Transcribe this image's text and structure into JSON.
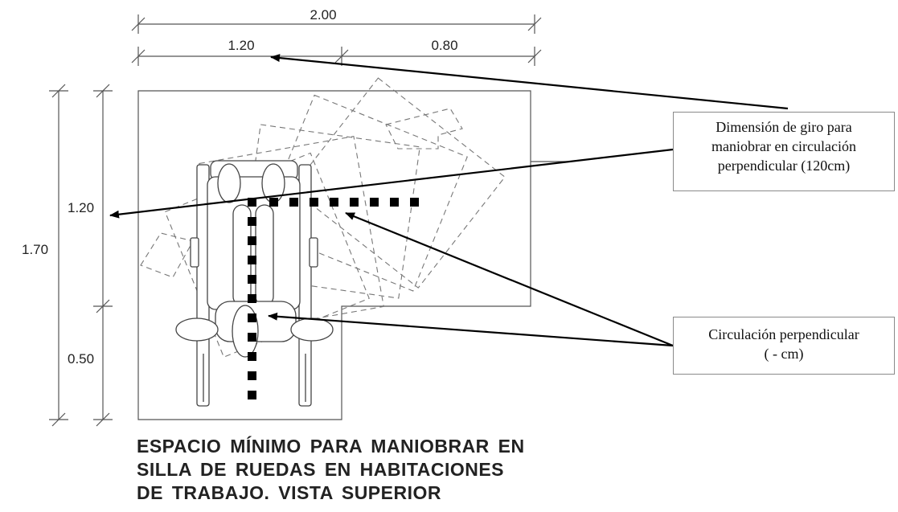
{
  "dimensions": {
    "total_width": "2.00",
    "width_left": "1.20",
    "width_right": "0.80",
    "total_height": "1.70",
    "height_upper": "1.20",
    "height_lower": "0.50"
  },
  "callouts": {
    "turning": {
      "lines": [
        "Dimensión de giro para",
        "maniobrar en circulación",
        "perpendicular (120cm)"
      ]
    },
    "perpendicular": {
      "lines": [
        "Circulación perpendicular",
        "( - cm)"
      ]
    }
  },
  "caption": {
    "lines": [
      "ESPACIO MÍNIMO PARA MANIOBRAR EN",
      "SILLA DE RUEDAS EN HABITACIONES",
      "DE TRABAJO.  VISTA SUPERIOR"
    ]
  },
  "colors": {
    "line": "#555555",
    "arrow": "#000000",
    "dots": "#000000",
    "dashed": "#777777"
  }
}
